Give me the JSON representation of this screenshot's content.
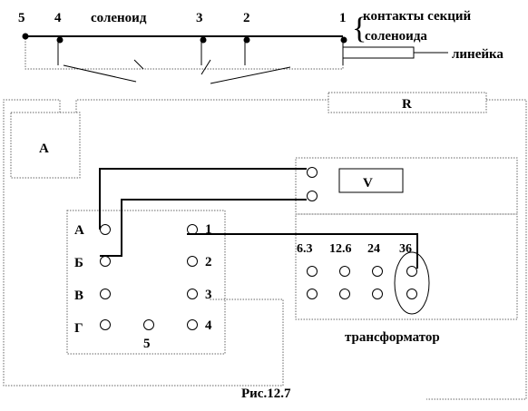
{
  "solenoid": {
    "label": "соленоид",
    "contact_numbers": [
      "5",
      "4",
      "3",
      "2",
      "1"
    ],
    "brace": "{",
    "note_line1": "контакты секций",
    "note_line2": "соленоида",
    "ruler_label": "линейка"
  },
  "resistor_label": "R",
  "ammeter_label": "A",
  "voltmeter_label": "V",
  "switch_panel": {
    "left_labels": [
      "А",
      "Б",
      "В",
      "Г"
    ],
    "right_labels": [
      "1",
      "2",
      "3",
      "4"
    ],
    "bottom_label": "5"
  },
  "transformer": {
    "taps": [
      "6.3",
      "12.6",
      "24",
      "36"
    ],
    "label": "трансформатор"
  },
  "caption": "Рис.12.7"
}
